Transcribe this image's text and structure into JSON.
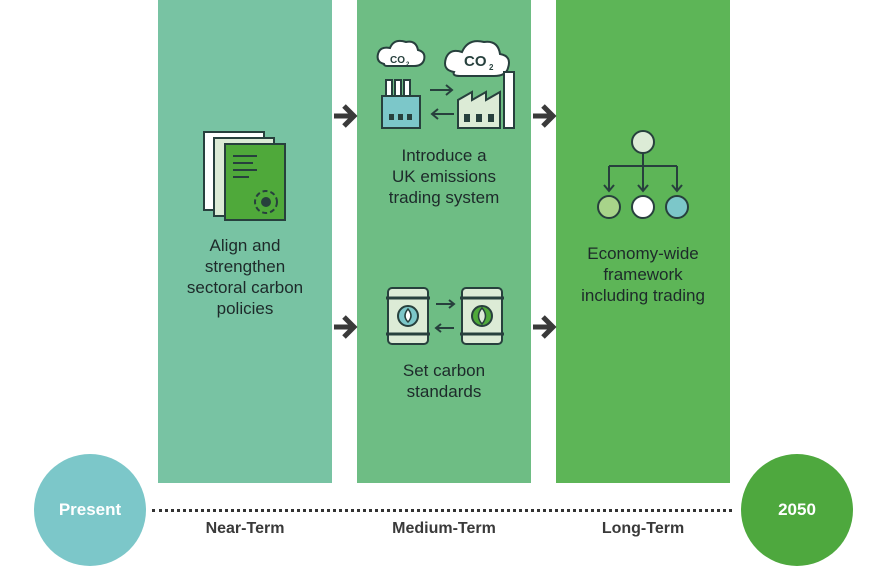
{
  "columns": {
    "near": {
      "label": "Align and\nstrengthen\nsectoral carbon\npolicies"
    },
    "medium_top": {
      "label": "Introduce a\nUK emissions\ntrading system"
    },
    "medium_bottom": {
      "label": "Set carbon\nstandards"
    },
    "long": {
      "label": "Economy-wide\nframework\nincluding trading"
    }
  },
  "co2": {
    "small": "CO",
    "large": "CO",
    "sub": "2"
  },
  "timeline": {
    "start": "Present",
    "end": "2050",
    "terms": [
      "Near-Term",
      "Medium-Term",
      "Long-Term"
    ]
  },
  "colors": {
    "near": "#78c3a3",
    "medium": "#6ebd84",
    "long": "#5db557",
    "present_circle": "#7cc7c9",
    "end_circle": "#4ea83e"
  }
}
